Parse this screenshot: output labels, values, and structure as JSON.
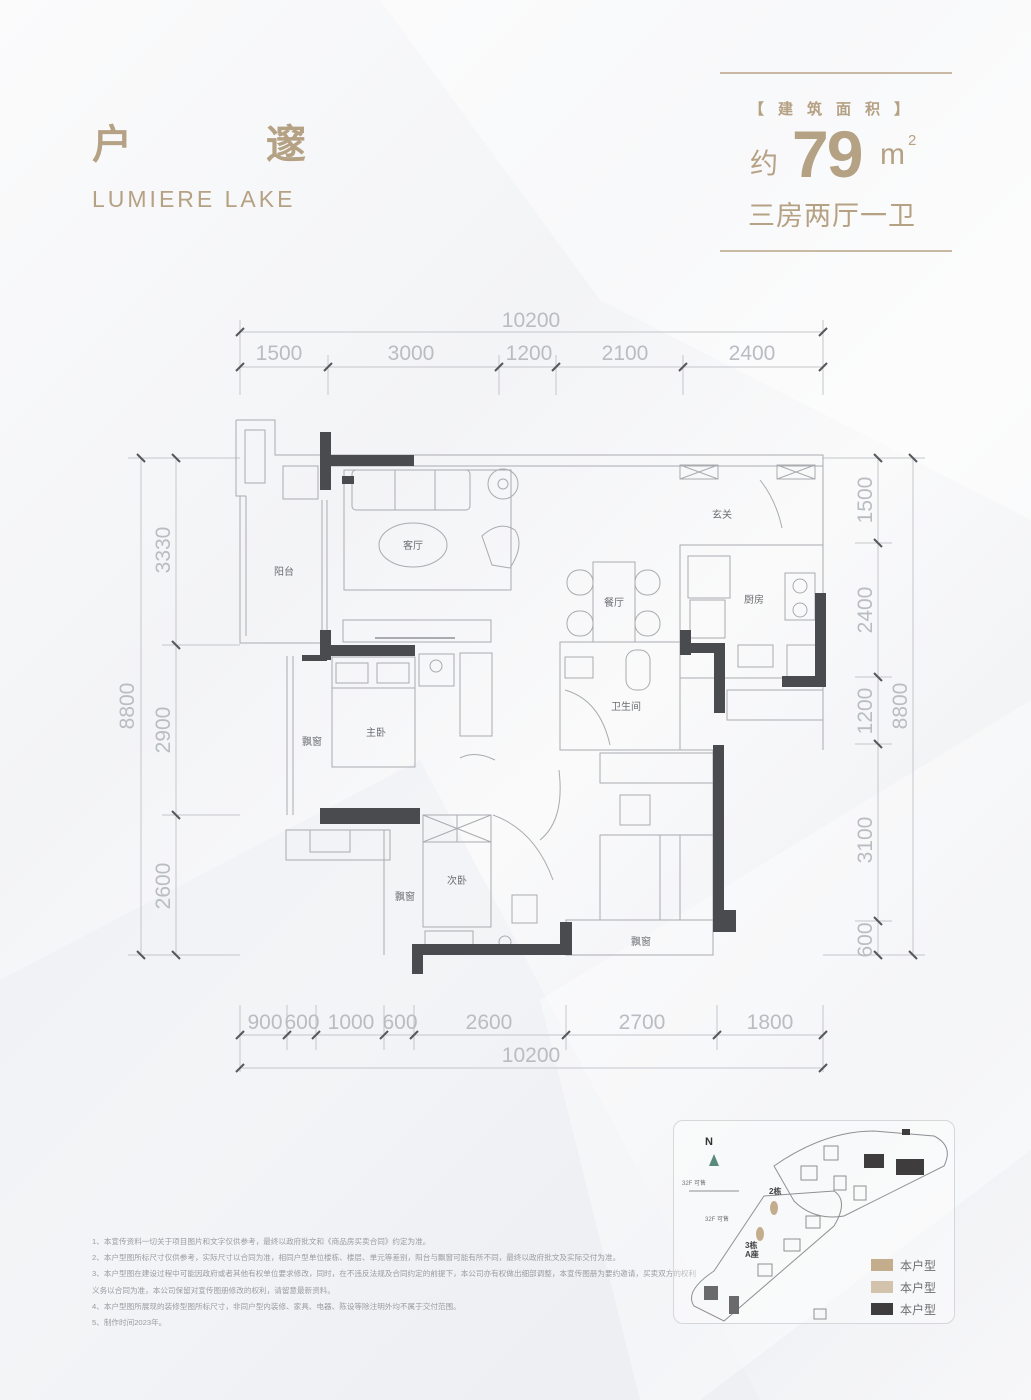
{
  "header": {
    "title_cn": "户 邃",
    "title_en": "LUMIERE LAKE"
  },
  "area_panel": {
    "label": "【建筑面积】",
    "prefix": "约",
    "value": "79",
    "unit": "m",
    "unit_sup": "2",
    "layout_type": "三房两厅一卫"
  },
  "floor_plan": {
    "dimensions_top": {
      "total": "10200",
      "segments": [
        "1500",
        "3000",
        "1200",
        "2100",
        "2400"
      ]
    },
    "dimensions_bottom": {
      "total": "10200",
      "segments": [
        "900",
        "600",
        "1000",
        "600",
        "2600",
        "2700",
        "1800"
      ]
    },
    "dimensions_left": {
      "total": "8800",
      "segments": [
        "3330",
        "2900",
        "2600"
      ]
    },
    "dimensions_right": {
      "total": "8800",
      "segments": [
        "1500",
        "2400",
        "1200",
        "3100",
        "600"
      ]
    },
    "rooms": {
      "living_room": "客厅",
      "balcony": "阳台",
      "entrance": "玄关",
      "dining_room": "餐厅",
      "kitchen": "厨房",
      "bathroom": "卫生间",
      "master_bedroom": "主卧",
      "bay_window_1": "飘窗",
      "second_bedroom": "次卧",
      "bay_window_2": "飘窗",
      "bay_window_3": "飘窗"
    },
    "colors": {
      "wall": "#4a4b4f",
      "line": "#a9abaf",
      "dim_line": "#c4c6ca"
    }
  },
  "notes": [
    "1、本宣传资料一切关于项目图片和文字仅供参考，最终以政府批文和《商品房买卖合同》约定为准。",
    "2、本户型图所标尺寸仅供参考，实际尺寸以合同为准，相同户型单位楼栋、楼层、单元等差别，阳台与飘窗可能有所不同，最终以政府批文及实际交付为准。",
    "3、本户型图在建设过程中可能因政府或者其他有权单位要求修改，同时，在不违反法规及合同约定的前提下，本公司亦有权做出细部调整，本宣传图册为要约邀请，买卖双方的权利",
    "义务以合同为准，本公司保留对宣传图册修改的权利，请留意最新资料。",
    "4、本户型图所展现的装修型图所标尺寸，非同户型内装修、家具、电器、陈设等除注明外均不属于交付范围。",
    "5、制作时间2023年。"
  ],
  "site_plan": {
    "north_label": "N",
    "floor_note_1": "32F 可售",
    "floor_note_2": "32F 可售",
    "building_2": "2栋",
    "building_3": "3栋",
    "building_3_block": "A座",
    "legend": [
      {
        "label": "本户型",
        "color": "#c4ad8c"
      },
      {
        "label": "本户型",
        "color": "#c4ad8c"
      },
      {
        "label": "本户型",
        "color": "#3e3c3d"
      }
    ]
  }
}
